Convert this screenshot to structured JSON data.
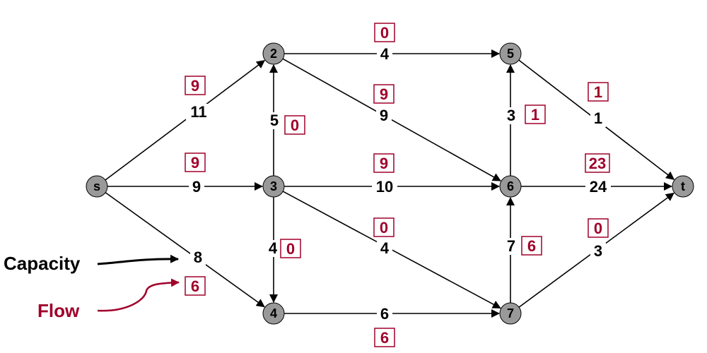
{
  "colors": {
    "node_fill": "#999999",
    "node_stroke": "#000000",
    "edge": "#000000",
    "flow_text": "#a0002a",
    "flow_box": "#a0002a",
    "capacity_text": "#000000"
  },
  "legend": {
    "capacity_label": "Capacity",
    "flow_label": "Flow"
  },
  "nodes": [
    {
      "id": "s",
      "label": "s"
    },
    {
      "id": "2",
      "label": "2"
    },
    {
      "id": "3",
      "label": "3"
    },
    {
      "id": "4",
      "label": "4"
    },
    {
      "id": "5",
      "label": "5"
    },
    {
      "id": "6",
      "label": "6"
    },
    {
      "id": "7",
      "label": "7"
    },
    {
      "id": "t",
      "label": "t"
    }
  ],
  "edges": [
    {
      "from": "s",
      "to": "2",
      "capacity": "11",
      "flow": "9"
    },
    {
      "from": "s",
      "to": "3",
      "capacity": "9",
      "flow": "9"
    },
    {
      "from": "s",
      "to": "4",
      "capacity": "8",
      "flow": "6"
    },
    {
      "from": "3",
      "to": "2",
      "capacity": "5",
      "flow": "0"
    },
    {
      "from": "3",
      "to": "4",
      "capacity": "4",
      "flow": "0"
    },
    {
      "from": "2",
      "to": "5",
      "capacity": "4",
      "flow": "0"
    },
    {
      "from": "2",
      "to": "6",
      "capacity": "9",
      "flow": "9"
    },
    {
      "from": "3",
      "to": "6",
      "capacity": "10",
      "flow": "9"
    },
    {
      "from": "3",
      "to": "7",
      "capacity": "4",
      "flow": "0"
    },
    {
      "from": "4",
      "to": "7",
      "capacity": "6",
      "flow": "6"
    },
    {
      "from": "6",
      "to": "5",
      "capacity": "3",
      "flow": "1"
    },
    {
      "from": "7",
      "to": "6",
      "capacity": "7",
      "flow": "6"
    },
    {
      "from": "5",
      "to": "t",
      "capacity": "1",
      "flow": "1"
    },
    {
      "from": "6",
      "to": "t",
      "capacity": "24",
      "flow": "23"
    },
    {
      "from": "7",
      "to": "t",
      "capacity": "3",
      "flow": "0"
    }
  ]
}
